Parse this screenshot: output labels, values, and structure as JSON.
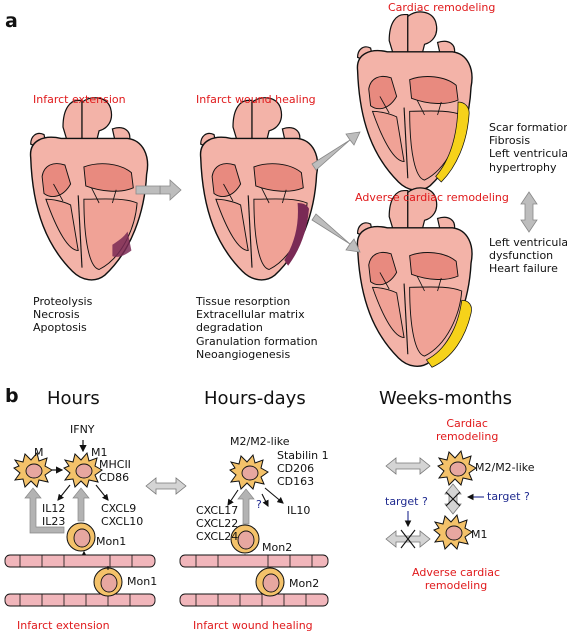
{
  "panel_a": {
    "letter": "a",
    "heading_infarct_extension": "Infarct extension",
    "heading_wound_healing": "Infarct wound healing",
    "heading_cardiac_remodeling": "Cardiac remodeling",
    "heading_adverse_remodeling": "Adverse cardiac remodeling",
    "list_extension": [
      "Proteolysis",
      "Necrosis",
      "Apoptosis"
    ],
    "list_healing": [
      "Tissue resorption",
      "Extracellular matrix",
      "degradation",
      "Granulation formation",
      "Neoangiogenesis"
    ],
    "list_remodeling": [
      "Scar formation",
      "Fibrosis",
      "Left ventricular",
      "hypertrophy"
    ],
    "list_adverse": [
      "Left ventricular",
      "dysfunction",
      "Heart failure"
    ]
  },
  "panel_b": {
    "letter": "b",
    "col_hours": "Hours",
    "col_hours_days": "Hours-days",
    "col_weeks_months": "Weeks-months",
    "hours": {
      "ifny": "IFNY",
      "m": "M",
      "m1": "M1",
      "markers": [
        "MHCII",
        "CD86"
      ],
      "left_cytokines": [
        "IL12",
        "IL23"
      ],
      "right_cytokines": [
        "CXCL9",
        "CXCL10"
      ],
      "mon1": "Mon1",
      "mon1_vessel": "Mon1",
      "footer": "Infarct extension"
    },
    "hours_days": {
      "m2": "M2/M2-like",
      "markers": [
        "Stabilin 1",
        "CD206",
        "CD163"
      ],
      "left_cytokines": [
        "CXCL17",
        "CXCL22",
        "CXCL24"
      ],
      "question": "?",
      "il10": "IL10",
      "mon2": "Mon2",
      "mon2_vessel": "Mon2",
      "footer": "Infarct wound healing"
    },
    "weeks": {
      "cardiac_remodeling": [
        "Cardiac",
        "remodeling"
      ],
      "m2": "M2/M2-like",
      "target_left": "target ?",
      "target_right": "target ?",
      "m1": "M1",
      "adverse": [
        "Adverse cardiac",
        "remodeling"
      ]
    }
  },
  "colors": {
    "red_text": "#e0191b",
    "blue_text": "#1f2a8f",
    "heart_pink": "#f3b3a8",
    "heart_red": "#e88a7f",
    "infarct": "#7a2a55",
    "scar_yellow": "#f6d21a",
    "cell_orange": "#f4c26a",
    "nucleus": "#e7a7a0",
    "vessel": "#f1b6bb",
    "arrow_gray": "#b3b3b3"
  }
}
